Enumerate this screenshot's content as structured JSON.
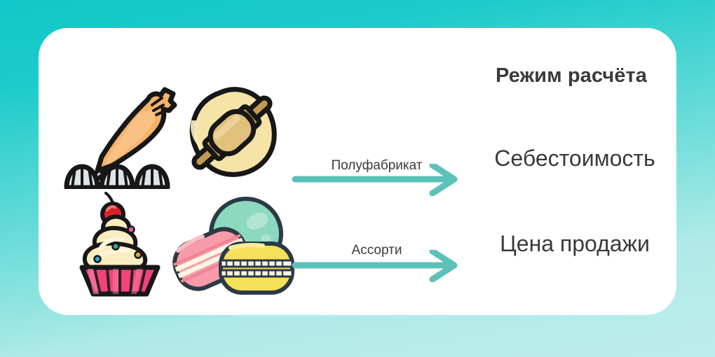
{
  "background": {
    "gradient_from": "#12C8C8",
    "gradient_to": "#BDEDEA"
  },
  "card": {
    "background": "#FFFFFF"
  },
  "header": {
    "title": "Режим расчёта",
    "title_color": "#3A3A3A"
  },
  "theme": {
    "arrow_color": "#5CC2B8",
    "text_color": "#3A3A3A"
  },
  "illustrations": [
    {
      "name": "piping-bag",
      "caption": "Кондитерский мешок с безе",
      "colors": {
        "bag": "#F7B26A",
        "bag_light": "#F9C489",
        "tip": "#C9CFD2",
        "meringue": "#DDE3E5",
        "outline": "#1A1A1A"
      }
    },
    {
      "name": "rolling-pin",
      "caption": "Скалка и тесто",
      "colors": {
        "dough": "#F6E3A8",
        "pin": "#E0C07A",
        "pin_dark": "#C49B52",
        "outline": "#1A1A1A"
      }
    },
    {
      "name": "cupcake",
      "caption": "Капкейк с вишней",
      "colors": {
        "wrapper": "#F0447A",
        "wrapper_light": "#F77FA5",
        "frosting": "#F7EDBE",
        "frosting_light": "#FBF6DC",
        "cherry": "#D8232A",
        "outline": "#1A1A1A"
      }
    },
    {
      "name": "macarons",
      "caption": "Макаруны ассорти",
      "colors": {
        "pink": "#F79BAA",
        "pink_dark": "#EE8496",
        "mint": "#8CD9C0",
        "mint_light": "#A8E3CE",
        "yellow": "#F5E05A",
        "yellow_dark": "#EBD341",
        "cream": "#FDF6E3",
        "outline": "#2B3A45"
      }
    }
  ],
  "rows": [
    {
      "arrow_label": "Полуфабрикат",
      "outcome": "Себестоимость"
    },
    {
      "arrow_label": "Ассорти",
      "outcome": "Цена продажи"
    }
  ]
}
